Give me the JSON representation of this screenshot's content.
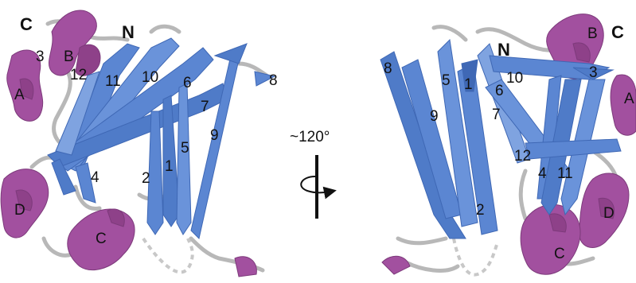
{
  "colors": {
    "strand": "#5b86d2",
    "strand_dark": "#3f68b5",
    "strand_light": "#8fb0e6",
    "helix": "#a2509f",
    "helix_dark": "#7d3a7b",
    "loop": "#b8b8b8"
  },
  "rotation_label": "~120°",
  "left_view": {
    "terminus_c": "C",
    "terminus_n": "N",
    "helices": {
      "a": "A",
      "b": "B",
      "c": "C",
      "d": "D"
    },
    "strands": {
      "s1": "1",
      "s2": "2",
      "s3": "3",
      "s4": "4",
      "s5": "5",
      "s6": "6",
      "s7": "7",
      "s8": "8",
      "s9": "9",
      "s10": "10",
      "s11": "11",
      "s12": "12"
    }
  },
  "right_view": {
    "terminus_c": "C",
    "terminus_n": "N",
    "helices": {
      "a": "A",
      "b": "B",
      "c": "C",
      "d": "D"
    },
    "strands": {
      "s1": "1",
      "s2": "2",
      "s3": "3",
      "s4": "4",
      "s5": "5",
      "s6": "6",
      "s7": "7",
      "s8": "8",
      "s9": "9",
      "s10": "10",
      "s11": "11",
      "s12": "12"
    }
  }
}
